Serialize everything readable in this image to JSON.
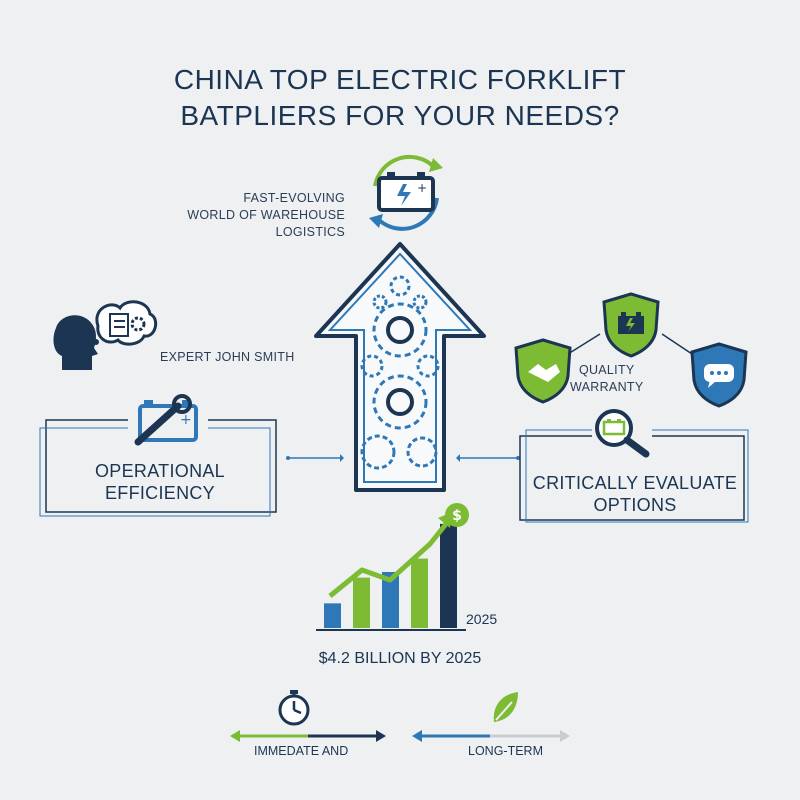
{
  "title": {
    "line1": "CHINA TOP ELECTRIC FORKLIFT",
    "line2": "BATPLIERS FOR YOUR NEEDS?"
  },
  "logistics_note": {
    "line1": "FAST-EVOLVING",
    "line2": "WORLD OF WAREHOUSE",
    "line3": "LOGISTICS"
  },
  "expert_label": "EXPERT JOHN SMITH",
  "operational_box": {
    "line1": "OPERATIONAL",
    "line2": "EFFICIENCY"
  },
  "quality_label": {
    "line1": "QUALITY",
    "line2": "WARRANTY"
  },
  "evaluate_box": {
    "line1": "CRITICALLY EVALUATE",
    "line2": "OPTIONS"
  },
  "market": {
    "year_label": "2025",
    "caption": "$4.2 BILLION BY 2025",
    "bars_relative": [
      0.22,
      0.45,
      0.5,
      0.62,
      0.93
    ]
  },
  "timeline": {
    "left_label": "IMMEDATE AND",
    "right_label": "LONG-TERM"
  },
  "colors": {
    "navy": "#1b3552",
    "blue": "#2e78b8",
    "green": "#7dbb34",
    "background": "#eef0f2"
  },
  "icons": [
    "battery-cycle-icon",
    "gears-arrow-icon",
    "head-thought-icon",
    "battery-wrench-icon",
    "handshake-shield-icon",
    "battery-shield-icon",
    "chat-shield-icon",
    "magnifier-battery-icon",
    "dollar-icon",
    "stopwatch-icon",
    "leaf-icon"
  ]
}
